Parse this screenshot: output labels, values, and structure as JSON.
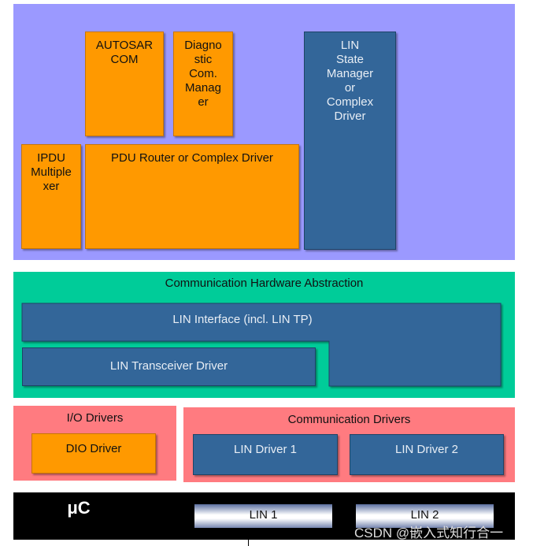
{
  "top": {
    "autosar_com": "AUTOSAR\nCOM",
    "diag_com_manager": "Diagno\nstic\nCom.\nManag\ner",
    "ipdu_multiplexer": "IPDU\nMultiple\nxer",
    "pdu_router": "PDU Router or Complex Driver",
    "lin_state_manager": "LIN\nState\nManager\nor\nComplex\nDriver"
  },
  "cha": {
    "title": "Communication Hardware Abstraction",
    "lin_interface": "LIN Interface (incl. LIN TP)",
    "lin_transceiver": "LIN Transceiver Driver"
  },
  "io": {
    "title": "I/O Drivers",
    "dio_driver": "DIO Driver"
  },
  "comm": {
    "title": "Communication Drivers",
    "lin_driver_1": "LIN Driver 1",
    "lin_driver_2": "LIN Driver 2"
  },
  "uc": {
    "label": "μC",
    "lin1": "LIN 1",
    "lin2": "LIN 2"
  },
  "watermark": "CSDN @嵌入式知行合一",
  "colors": {
    "service_layer": "#9b99ff",
    "hw_abstraction": "#00cc99",
    "drivers": "#ff7b80",
    "orange_module": "#ff9900",
    "blue_module": "#336699"
  }
}
